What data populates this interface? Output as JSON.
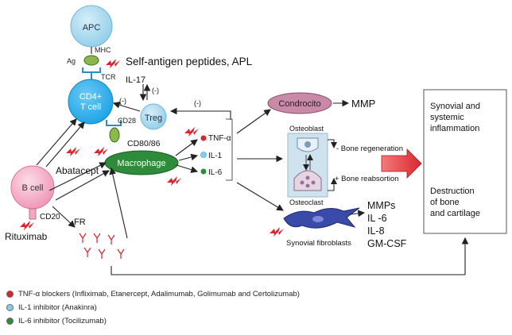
{
  "nodes": {
    "apc": "APC",
    "mhc": "MHC",
    "ag": "Ag",
    "tcr": "TCR",
    "cd4_line1": "CD4+",
    "cd4_line2": "T cell",
    "il17": "IL-17",
    "neg1": "(-)",
    "neg2": "(-)",
    "neg3": "(-)",
    "treg": "Treg",
    "cd28": "CD28",
    "cd8086": "CD80/86",
    "macrophage": "Macrophage",
    "abatacept": "Abatacept",
    "bcell": "B cell",
    "cd20": "CD20",
    "rituximab": "Rituximab",
    "fr": "FR",
    "self_antigen": "Self-antigen peptides, APL",
    "tnf": "TNF-α",
    "il1": "IL-1",
    "il6": "IL-6",
    "condrocito": "Condrocito",
    "mmp": "MMP",
    "osteoblast": "Osteoblast",
    "osteoclast": "Osteoclast",
    "bone_regen": "- Bone regeneration",
    "bone_reab": "+ Bone reabsortion",
    "synovial_fib": "Synovial fibroblasts",
    "mmps": "MMPs",
    "il6b": "IL -6",
    "il8": "IL-8",
    "gmcsf": "GM-CSF",
    "outcome1_l1": "Synovial and",
    "outcome1_l2": "systemic",
    "outcome1_l3": "inflammation",
    "outcome2_l1": "Destruction",
    "outcome2_l2": "of bone",
    "outcome2_l3": "and cartilage"
  },
  "legend": [
    {
      "color": "#d9262e",
      "text": "TNF-α blockers (Infliximab, Etanercept, Adalimumab, Golimumab and Certolizumab)"
    },
    {
      "color": "#7fd0ee",
      "text": "IL-1 inhibitor (Anakinra)"
    },
    {
      "color": "#2e8b3a",
      "text": "IL-6 inhibitor (Tocilizumab)"
    }
  ],
  "colors": {
    "apc": "#8fcde9",
    "cd4": "#1aa3e6",
    "treg": "#8fcde9",
    "macrophage": "#2e8b3a",
    "bcell": "#f2a7c0",
    "condrocito": "#c98aa8",
    "drug": "#d9262e",
    "fibroblast": "#3a4aa8"
  }
}
